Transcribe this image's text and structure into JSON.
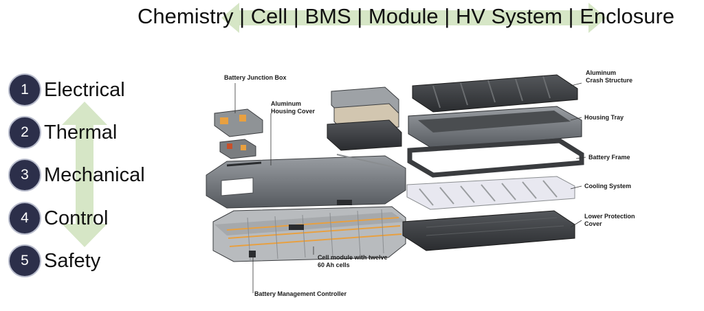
{
  "header": {
    "text": "Chemistry | Cell | BMS | Module | HV System | Enclosure"
  },
  "list": {
    "items": [
      {
        "number": "1",
        "label": "Electrical"
      },
      {
        "number": "2",
        "label": "Thermal"
      },
      {
        "number": "3",
        "label": "Mechanical"
      },
      {
        "number": "4",
        "label": "Control"
      },
      {
        "number": "5",
        "label": "Safety"
      }
    ]
  },
  "diagram": {
    "labels": {
      "junction_box": "Battery Junction Box",
      "housing_cover_1": "Aluminum",
      "housing_cover_2": "Housing Cover",
      "crash_1": "Aluminum",
      "crash_2": "Crash Structure",
      "housing_tray": "Housing Tray",
      "battery_frame": "Battery Frame",
      "cooling": "Cooling System",
      "lower_1": "Lower Protection",
      "lower_2": "Cover",
      "cell_module_1": "Cell module with twelve",
      "cell_module_2": "60 Ah cells",
      "bmc": "Battery Management Controller"
    }
  },
  "colors": {
    "arrow": "#d6e6c6",
    "circle": "#2c2f4a",
    "metal": "#6f7378",
    "cell_orange": "#e8a040",
    "cooling_stripe": "#e8e8f0"
  }
}
